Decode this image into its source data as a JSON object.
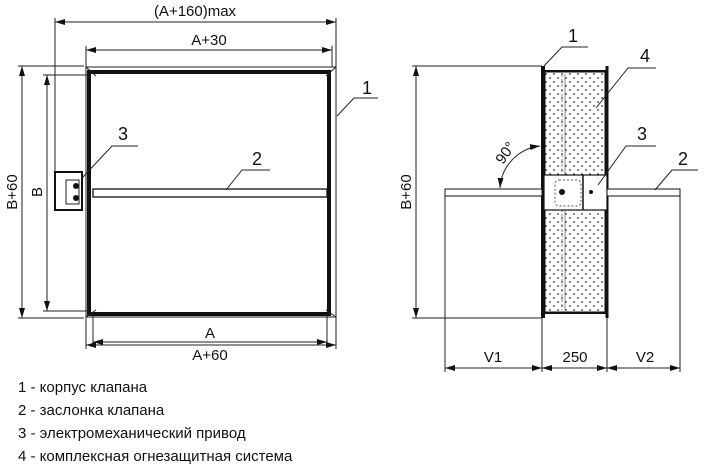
{
  "front_view": {
    "dim_overall_width": "(A+160)max",
    "dim_frame_width": "A+30",
    "dim_height_outer": "B+60",
    "dim_height_inner": "B",
    "dim_width_inner": "A",
    "dim_width_outer": "A+60",
    "callouts": [
      "1",
      "2",
      "3"
    ]
  },
  "side_view": {
    "dim_height": "B+60",
    "angle": "90°",
    "dim_v1": "V1",
    "dim_depth": "250",
    "dim_v2": "V2",
    "callouts": [
      "1",
      "4",
      "3",
      "2"
    ]
  },
  "legend": [
    "1 - корпус клапана",
    "2 - заслонка клапана",
    "3 - электромеханический привод",
    "4 - комплексная огнезащитная система"
  ]
}
